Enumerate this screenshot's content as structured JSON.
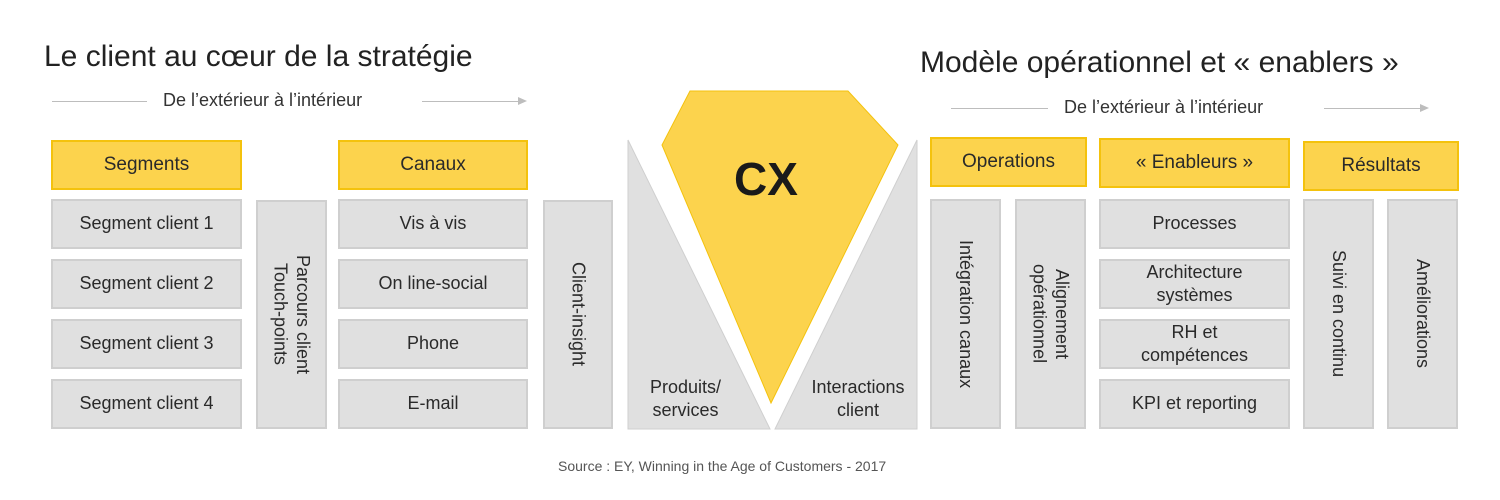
{
  "left": {
    "title": "Le client au cœur de la stratégie",
    "subtitle": "De l’extérieur à l’intérieur",
    "segments": {
      "header": "Segments",
      "items": [
        "Segment client 1",
        "Segment client 2",
        "Segment client 3",
        "Segment client 4"
      ]
    },
    "parcours": "Parcours client\nTouch-points",
    "canaux": {
      "header": "Canaux",
      "items": [
        "Vis à vis",
        "On line-social",
        "Phone",
        "E-mail"
      ]
    },
    "insight": "Client-insight"
  },
  "center": {
    "cx": "CX",
    "left_label": "Produits/\nservices",
    "right_label": "Interactions\nclient",
    "colors": {
      "gem": "#fcd34d",
      "sides": "#e0e0e0"
    }
  },
  "right": {
    "title": "Modèle opérationnel et « enablers »",
    "subtitle": "De l’extérieur à l’intérieur",
    "operations": {
      "header": "Operations",
      "items": [
        "Intégration canaux",
        "Alignement\nopérationnel"
      ]
    },
    "enableurs": {
      "header": "« Enableurs »",
      "items": [
        "Processes",
        "Architecture\nsystèmes",
        "RH et\ncompétences",
        "KPI et reporting"
      ]
    },
    "resultats": {
      "header": "Résultats",
      "items": [
        "Suivi en continu",
        "Améliorations"
      ]
    }
  },
  "source": "Source : EY,  Winning in the Age of Customers - 2017",
  "colors": {
    "accent": "#fcd34d",
    "accent_border": "#f4c20d",
    "box": "#e0e0e0",
    "box_border": "#cfcfcf"
  }
}
